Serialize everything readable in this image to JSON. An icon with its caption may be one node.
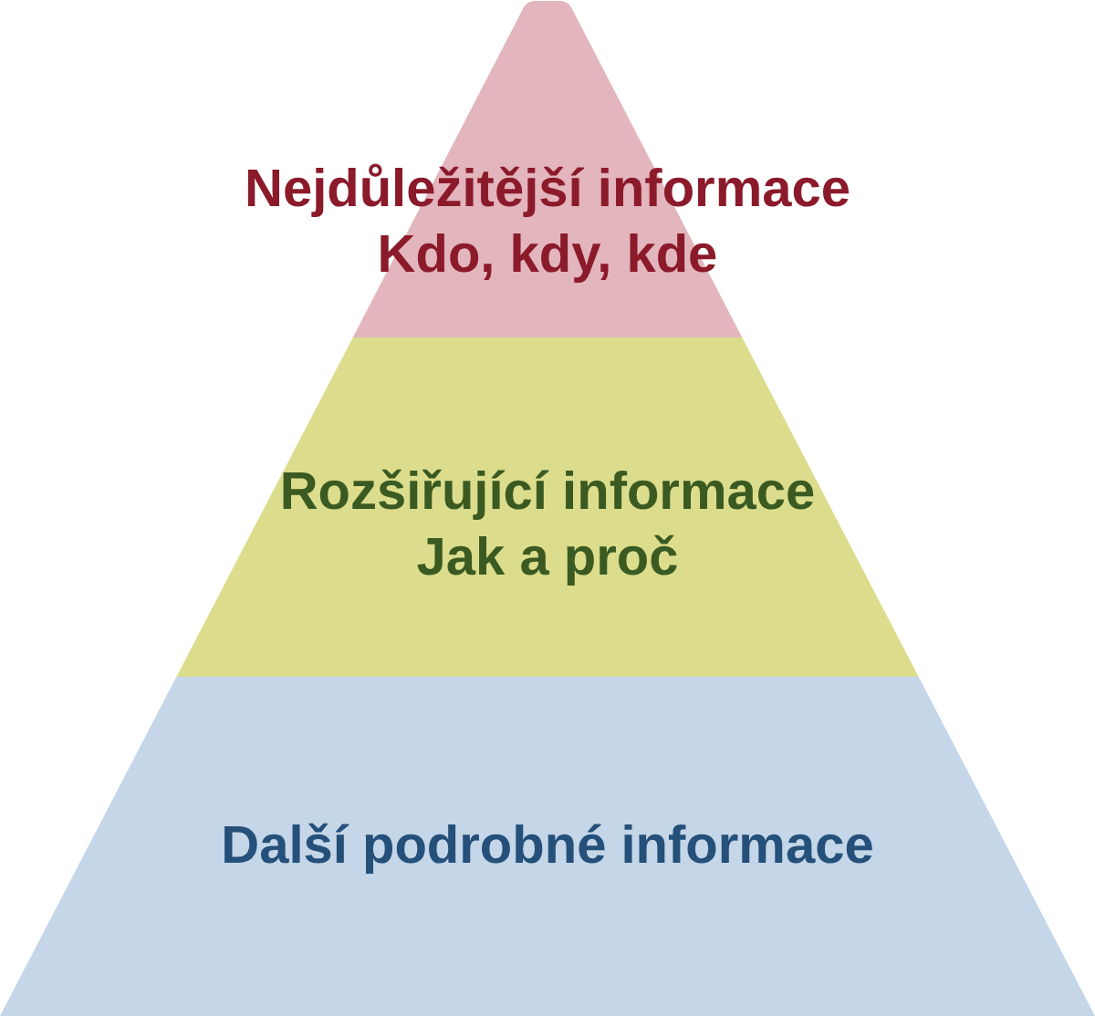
{
  "diagram": {
    "nodes": [
      {
        "text": [
          "Nejdůležitější informace",
          "Kdo, kdy, kde"
        ]
      },
      {
        "text": [
          "Rozšiřující informace",
          "Jak a proč"
        ]
      },
      {
        "text": [
          "Další podrobné informace"
        ]
      }
    ]
  }
}
